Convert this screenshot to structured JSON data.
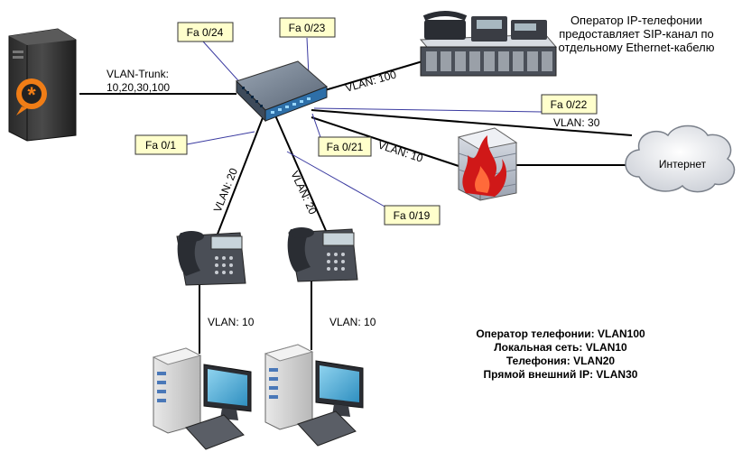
{
  "operator_note": {
    "lines": [
      "Оператор IP-телефонии",
      "предоставляет SIP-канал по",
      "отдельному Ethernet-кабелю"
    ]
  },
  "ports": {
    "fa_0_24": "Fa 0/24",
    "fa_0_23": "Fa 0/23",
    "fa_0_22": "Fa 0/22",
    "fa_0_1": "Fa 0/1",
    "fa_0_21": "Fa 0/21",
    "fa_0_19": "Fa 0/19"
  },
  "links": {
    "trunk_title": "VLAN-Trunk:",
    "trunk_vlans": "10,20,30,100",
    "operator": "VLAN: 100",
    "internet": "VLAN: 30",
    "firewall": "VLAN: 10",
    "phone1": "VLAN: 20",
    "phone2": "VLAN: 20",
    "pc1": "VLAN: 10",
    "pc2": "VLAN: 10"
  },
  "cloud_label": "Интернет",
  "legend": [
    "Оператор телефонии: VLAN100",
    "Локальная сеть: VLAN10",
    "Телефония: VLAN20",
    "Прямой внешний IP: VLAN30"
  ],
  "colors": {
    "port_box_fill": "#ffffcc",
    "port_leader": "#3a3aa0",
    "asterisk_orange": "#f07d16",
    "firewall_red": "#d01818"
  },
  "icons": {
    "server": "asterisk-server-icon",
    "switch": "network-switch-icon",
    "pbx": "ip-pbx-icon",
    "firewall": "firewall-icon",
    "cloud": "cloud-icon",
    "phone": "ip-phone-icon",
    "pc": "desktop-pc-icon"
  }
}
